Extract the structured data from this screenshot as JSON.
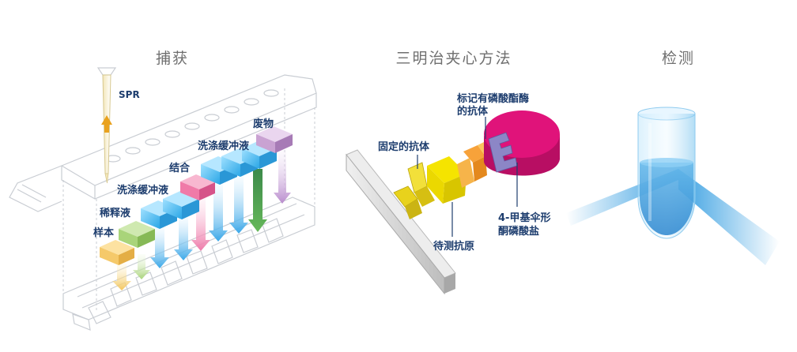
{
  "sections": {
    "capture": "捕获",
    "sandwich": "三明治夹心方法",
    "detection": "检测"
  },
  "capture": {
    "spr": "SPR",
    "sample": "样本",
    "diluent": "稀释液",
    "wash1": "洗涤缓冲液",
    "conjugate": "结合",
    "wash2": "洗涤缓冲液",
    "waste": "废物"
  },
  "sandwich": {
    "capture_antibody": "固定的抗体",
    "antigen": "待测抗原",
    "labeled_line1": "标记有磷酸酯酶",
    "labeled_line2": "的抗体",
    "substrate_line1": "4-甲基伞形",
    "substrate_line2": "酮磷酸盐"
  },
  "colors": {
    "sample": "#f5c96a",
    "diluent": "#a9d47a",
    "wash": "#5cc0ef",
    "conjugate": "#f07aa8",
    "waste": "#c9a2d2",
    "antibody": "#e8d21c",
    "enzyme": "#e0137a",
    "label": "#1d3d6e"
  }
}
